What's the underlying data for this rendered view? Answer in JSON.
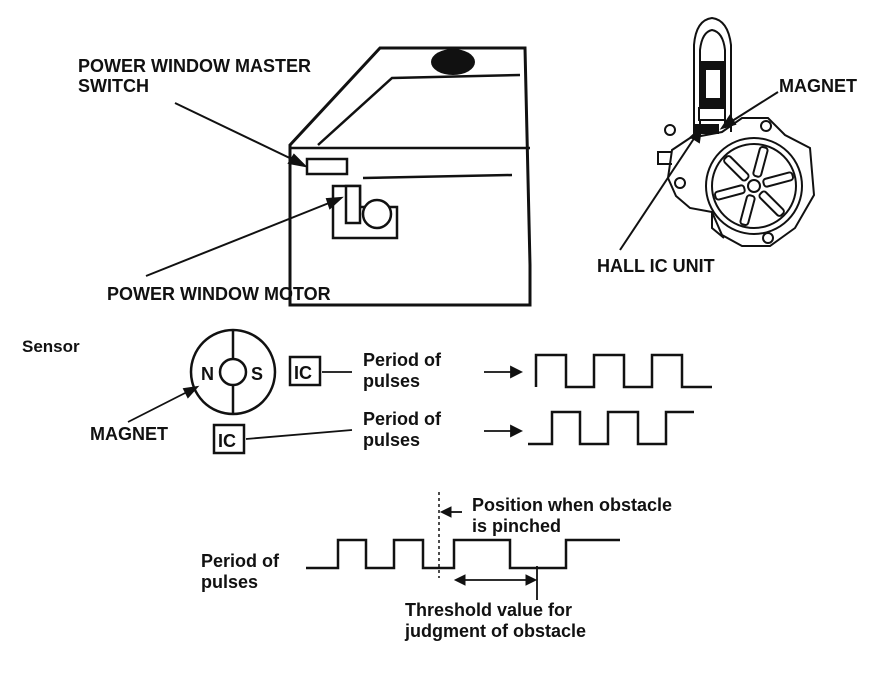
{
  "labels": {
    "master_switch_line1": "POWER WINDOW MASTER",
    "master_switch_line2": "SWITCH",
    "motor": "POWER WINDOW MOTOR",
    "magnet_top": "MAGNET",
    "hall_ic_unit": "HALL IC UNIT",
    "sensor": "Sensor",
    "pole_n": "N",
    "pole_s": "S",
    "ic_upper": "IC",
    "ic_lower": "IC",
    "magnet_bottom": "MAGNET",
    "period_upper_line1": "Period of",
    "period_upper_line2": "pulses",
    "period_lower_line1": "Period of",
    "period_lower_line2": "pulses",
    "period_bottom_line1": "Period of",
    "period_bottom_line2": "pulses",
    "pinched_line1": "Position when obstacle",
    "pinched_line2": "is pinched",
    "threshold_line1": "Threshold value for",
    "threshold_line2": "judgment of obstacle"
  },
  "colors": {
    "ink": "#111111",
    "paper": "#ffffff"
  }
}
